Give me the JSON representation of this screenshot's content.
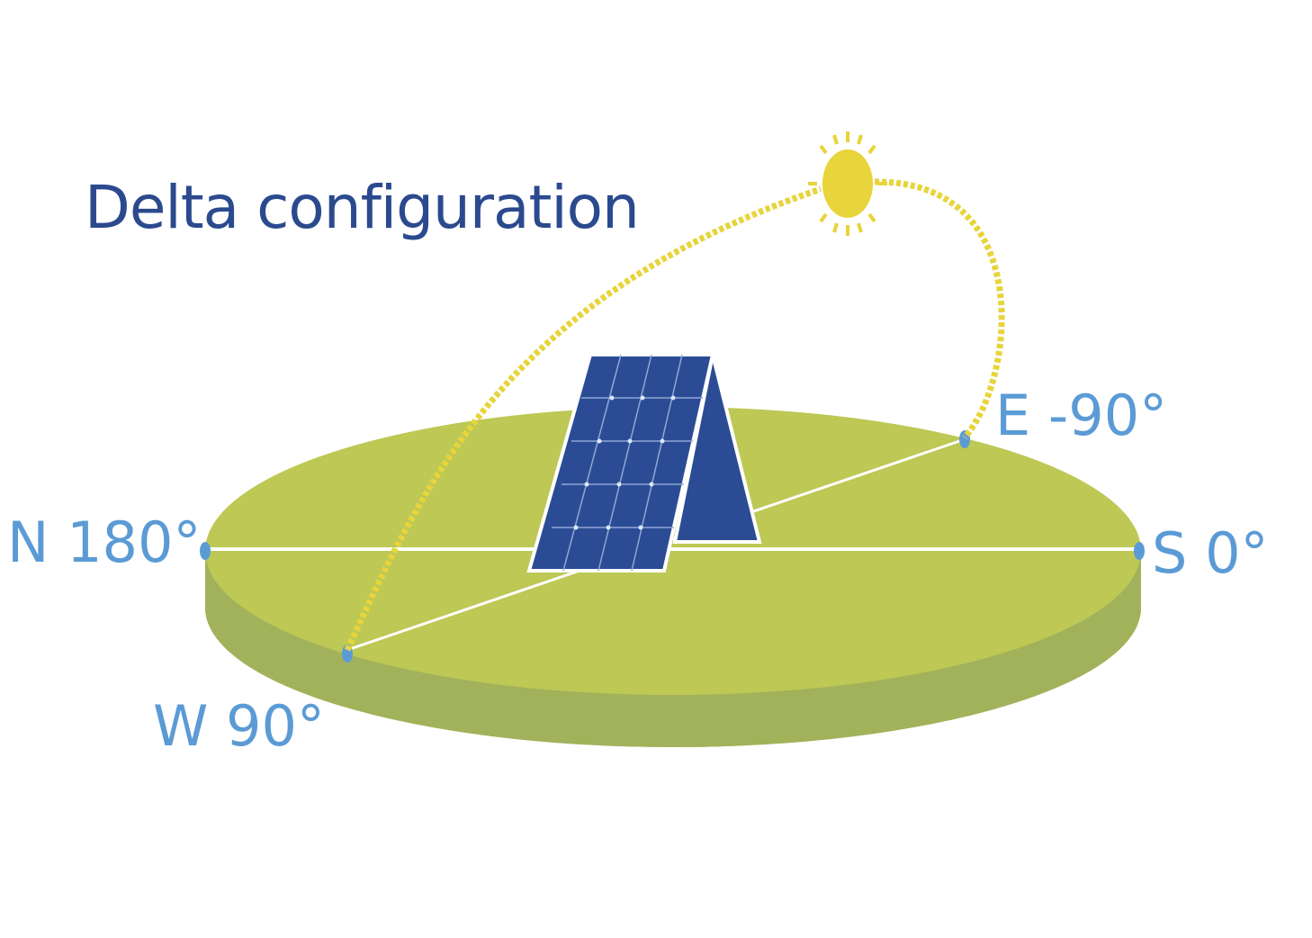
{
  "title": "Delta configuration",
  "directions": {
    "north": "N 180°",
    "south": "S 0°",
    "east": "E -90°",
    "west": "W 90°"
  },
  "colors": {
    "title": "#2B4A8E",
    "compass_label": "#5B9BD5",
    "ground_top": "#BDC855",
    "ground_side": "#A2B25B",
    "sun": "#E8D43B",
    "panel": "#2B4C95",
    "lines": "#ffffff"
  },
  "icons": [
    "sun-icon",
    "solar-panel-icon"
  ]
}
